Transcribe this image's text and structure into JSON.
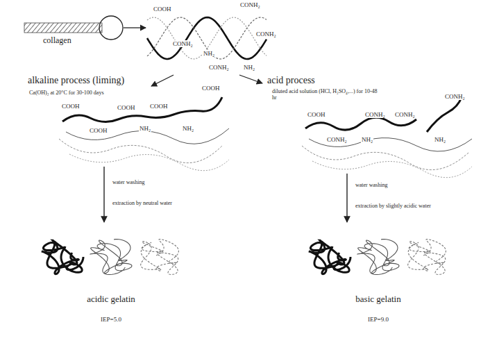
{
  "diagram": {
    "labels": [
      "collagen",
      "COOH",
      "CONH₂",
      "CONH₂",
      "NH₂",
      "CONH₂",
      "CONH₂",
      "NH₂",
      "alkaline process (liming)",
      "Ca(OH)₂ at 20°C for 30-100 days",
      "COOH",
      "COOH",
      "COOH",
      "COOH",
      "NH₂",
      "NH₂",
      "COOH",
      "water washing",
      "extraction by neutral water",
      "acidic gelatin",
      "IEP=5.0",
      "acid process",
      "diluted acid solution (HCl, H₂SO₄,...) for 10-48 hr",
      "COOH",
      "CONH₂",
      "CONH₂",
      "NH₂",
      "CONH₂",
      "CONH₂",
      "NH₂",
      "water washing",
      "extraction by slightly acidic water",
      "basic gelatin",
      "IEP=9.0"
    ]
  }
}
